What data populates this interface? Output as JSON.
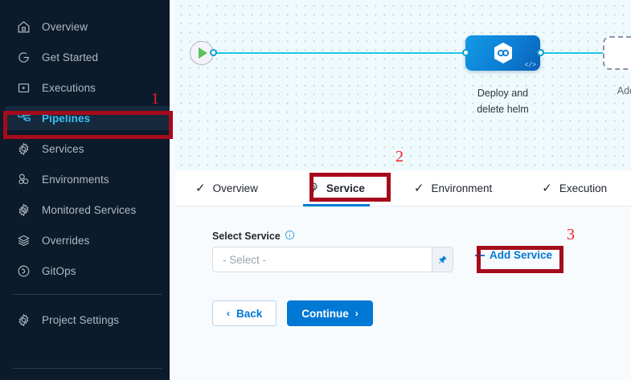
{
  "sidebar": {
    "items": [
      {
        "label": "Overview",
        "icon": "home-icon",
        "active": false
      },
      {
        "label": "Get Started",
        "icon": "get-started-icon",
        "active": false
      },
      {
        "label": "Executions",
        "icon": "executions-icon",
        "active": false
      },
      {
        "label": "Pipelines",
        "icon": "pipelines-icon",
        "active": true
      },
      {
        "label": "Services",
        "icon": "gear-icon",
        "active": false
      },
      {
        "label": "Environments",
        "icon": "environments-icon",
        "active": false
      },
      {
        "label": "Monitored Services",
        "icon": "monitored-services-icon",
        "active": false
      },
      {
        "label": "Overrides",
        "icon": "layers-icon",
        "active": false
      },
      {
        "label": "GitOps",
        "icon": "gitops-icon",
        "active": false
      }
    ],
    "settings": {
      "label": "Project Settings",
      "icon": "gear-icon"
    },
    "active_color": "#39c1f3",
    "background": "#0b1b2b"
  },
  "canvas": {
    "start_node": {
      "icon": "play-icon",
      "name": "pipeline-start"
    },
    "end_node": {
      "icon": "stop-icon",
      "name": "pipeline-end"
    },
    "stage": {
      "label": "Deploy and\ndelete helm",
      "line1": "Deploy and",
      "line2": "delete helm",
      "icon": "helm-hexagon-icon",
      "badge": "</>",
      "color": "#0b7fd4"
    },
    "add_stage": {
      "label": "Add Stage",
      "icon": "plus-icon"
    }
  },
  "tabs": [
    {
      "label": "Overview",
      "icon": "check-icon",
      "active": false
    },
    {
      "label": "Service",
      "icon": "gear-icon",
      "active": true
    },
    {
      "label": "Environment",
      "icon": "check-icon",
      "active": false
    },
    {
      "label": "Execution",
      "icon": "check-icon",
      "active": false
    }
  ],
  "form": {
    "field_label": "Select Service",
    "info_icon": "info-icon",
    "select_value": "- Select -",
    "select_placeholder": "- Select -",
    "pin_icon": "pin-icon",
    "add_service_label": "Add Service",
    "back_label": "Back",
    "continue_label": "Continue",
    "back_chevron": "‹",
    "continue_chevron": "›",
    "accent": "#0278d5"
  },
  "annotations": [
    {
      "number": "1",
      "target": "sidebar-item-pipelines"
    },
    {
      "number": "2",
      "target": "tab-service"
    },
    {
      "number": "3",
      "target": "add-service-button"
    }
  ]
}
